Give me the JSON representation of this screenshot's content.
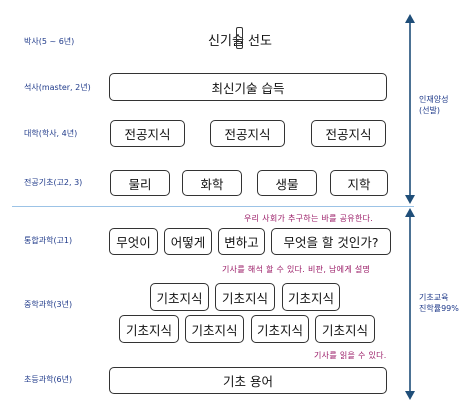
{
  "levels": {
    "phd": {
      "label": "박사(5 ~ 6년)",
      "title": "신기술 선도"
    },
    "masters": {
      "label": "석사(master, 2년)",
      "box": "최신기술 습득"
    },
    "undergrad": {
      "label": "대학(학사, 4년)",
      "boxes": [
        "전공지식",
        "전공지식",
        "전공지식"
      ]
    },
    "foundation": {
      "label": "전공기초(고2, 3)",
      "boxes": [
        "물리",
        "화학",
        "생물",
        "지학"
      ]
    },
    "integrated": {
      "label": "통합과학(고1)",
      "caption": "우리 사회가 추구하는 바를 공유한다.",
      "boxes": [
        "무엇이",
        "어떻게",
        "변하고",
        "무엇을 할 것인가?"
      ]
    },
    "middle": {
      "label": "중학과학(3년)",
      "caption": "기사를 해석 할 수 있다. 비판, 남에게 설명",
      "row1": [
        "기초지식",
        "기초지식",
        "기초지식"
      ],
      "row2": [
        "기초지식",
        "기초지식",
        "기초지식",
        "기초지식"
      ]
    },
    "elementary": {
      "label": "초등과학(6년)",
      "caption": "기사를 읽을 수 있다.",
      "box": "기초 용어"
    }
  },
  "side_labels": {
    "upper": [
      "인재양성",
      "(선발)"
    ],
    "lower": [
      "기초교육",
      "진학률99%"
    ]
  },
  "colors": {
    "label": "#1f3a8a",
    "caption": "#9a1a66",
    "arrow": "#1f4e79",
    "divider": "#9cc3e6"
  }
}
